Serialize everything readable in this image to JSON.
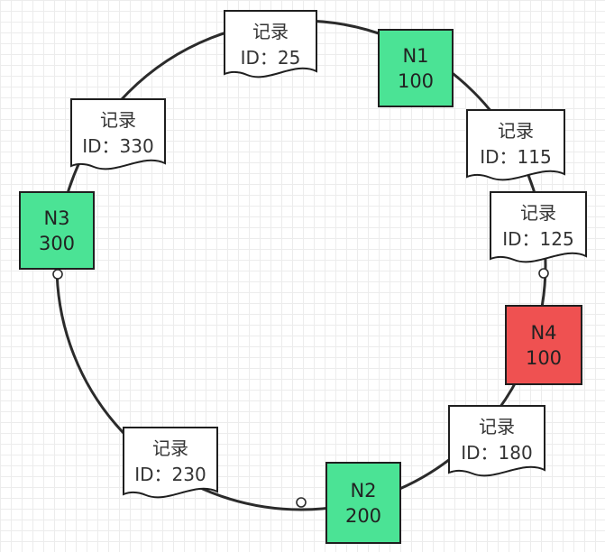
{
  "diagram": {
    "colors": {
      "node_default": "#4be395",
      "node_new": "#ef5151",
      "ring": "#2b2b2b"
    },
    "nodes": [
      {
        "id": "n1",
        "name": "N1",
        "value": "100",
        "color": "green"
      },
      {
        "id": "n2",
        "name": "N2",
        "value": "200",
        "color": "green"
      },
      {
        "id": "n3",
        "name": "N3",
        "value": "300",
        "color": "green"
      },
      {
        "id": "n4",
        "name": "N4",
        "value": "100",
        "color": "red"
      }
    ],
    "records": [
      {
        "id": "r25",
        "label": "记录",
        "id_text": "ID：25"
      },
      {
        "id": "r115",
        "label": "记录",
        "id_text": "ID：115"
      },
      {
        "id": "r125",
        "label": "记录",
        "id_text": "ID：125"
      },
      {
        "id": "r180",
        "label": "记录",
        "id_text": "ID：180"
      },
      {
        "id": "r230",
        "label": "记录",
        "id_text": "ID：230"
      },
      {
        "id": "r330",
        "label": "记录",
        "id_text": "ID：330"
      }
    ]
  }
}
